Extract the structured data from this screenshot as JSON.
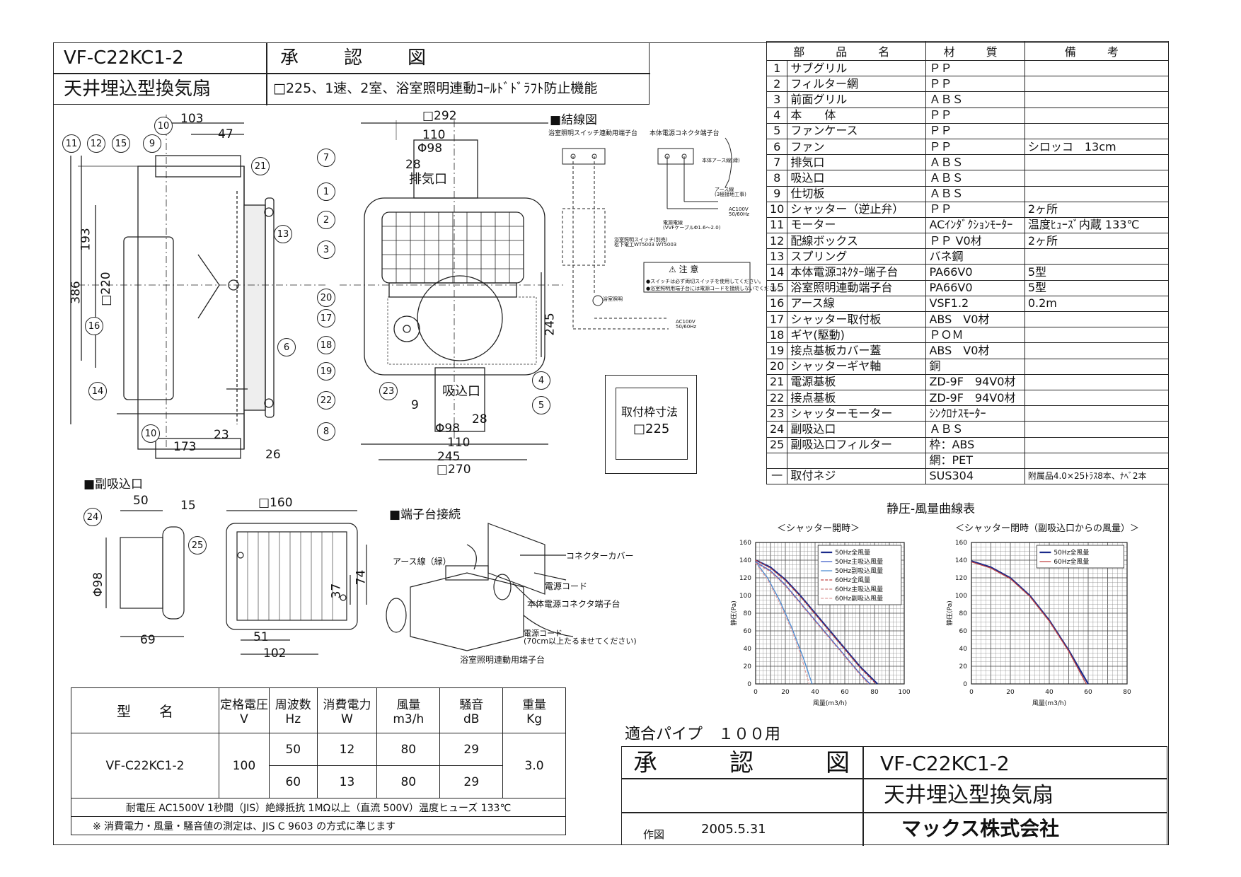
{
  "header": {
    "model": "VF-C22KC1-2",
    "doc_type": "承　　認　　図",
    "product": "天井埋込型換気扇",
    "features": "□225、1速、2室、浴室照明連動ｺｰﾙﾄﾞﾄﾞﾗﾌﾄ防止機能"
  },
  "parts_table": {
    "headers": [
      "部　品　名",
      "材　質",
      "備　考"
    ],
    "rows": [
      {
        "no": "1",
        "name": "サブグリル",
        "material": "ＰＰ",
        "note": ""
      },
      {
        "no": "2",
        "name": "フィルター網",
        "material": "ＰＰ",
        "note": ""
      },
      {
        "no": "3",
        "name": "前面グリル",
        "material": "ＡＢＳ",
        "note": ""
      },
      {
        "no": "4",
        "name": "本　　体",
        "material": "ＰＰ",
        "note": ""
      },
      {
        "no": "5",
        "name": "ファンケース",
        "material": "ＰＰ",
        "note": ""
      },
      {
        "no": "6",
        "name": "ファン",
        "material": "ＰＰ",
        "note": "シロッコ　13cm"
      },
      {
        "no": "7",
        "name": "排気口",
        "material": "ＡＢＳ",
        "note": ""
      },
      {
        "no": "8",
        "name": "吸込口",
        "material": "ＡＢＳ",
        "note": ""
      },
      {
        "no": "9",
        "name": "仕切板",
        "material": "ＡＢＳ",
        "note": ""
      },
      {
        "no": "10",
        "name": "シャッター（逆止弁）",
        "material": "ＰＰ",
        "note": "2ヶ所"
      },
      {
        "no": "11",
        "name": "モーター",
        "material": "ACｲﾝﾀﾞｸｼｮﾝﾓｰﾀｰ",
        "note": "温度ﾋｭｰｽﾞ内蔵 133℃"
      },
      {
        "no": "12",
        "name": "配線ボックス",
        "material": "ＰＰ V0材",
        "note": "2ヶ所"
      },
      {
        "no": "13",
        "name": "スプリング",
        "material": "バネ鋼",
        "note": ""
      },
      {
        "no": "14",
        "name": "本体電源ｺﾈｸﾀｰ端子台",
        "material": "PA66V0",
        "note": "5型"
      },
      {
        "no": "15",
        "name": "浴室照明連動端子台",
        "material": "PA66V0",
        "note": "5型"
      },
      {
        "no": "16",
        "name": "アース線",
        "material": "VSF1.2",
        "note": "0.2m"
      },
      {
        "no": "17",
        "name": "シャッター取付板",
        "material": "ABS　V0材",
        "note": ""
      },
      {
        "no": "18",
        "name": "ギヤ(駆動)",
        "material": "ＰＯＭ",
        "note": ""
      },
      {
        "no": "19",
        "name": "接点基板カバー蓋",
        "material": "ABS　V0材",
        "note": ""
      },
      {
        "no": "20",
        "name": "シャッターギヤ軸",
        "material": "銅",
        "note": ""
      },
      {
        "no": "21",
        "name": "電源基板",
        "material": "ZD-9F　94V0材",
        "note": ""
      },
      {
        "no": "22",
        "name": "接点基板",
        "material": "ZD-9F　94V0材",
        "note": ""
      },
      {
        "no": "23",
        "name": "シャッターモーター",
        "material": "ｼﾝｸﾛﾅｽﾓｰﾀｰ",
        "note": ""
      },
      {
        "no": "24",
        "name": "副吸込口",
        "material": "ＡＢＳ",
        "note": ""
      },
      {
        "no": "25",
        "name": "副吸込口フィルター",
        "material": "枠：ABS",
        "note": ""
      },
      {
        "no": "",
        "name": "",
        "material": "網：PET",
        "note": ""
      },
      {
        "no": "一",
        "name": "取付ネジ",
        "material": "SUS304",
        "note": "附属品4.0×25ﾄﾗｽ8本、ﾅﾍﾞ2本"
      }
    ]
  },
  "drawing": {
    "dims_left": [
      "103",
      "47",
      "193",
      "386",
      "□220",
      "173",
      "23",
      "26"
    ],
    "dims_center": [
      "□292",
      "110",
      "Φ98",
      "28",
      "排気口",
      "245",
      "吸込口",
      "9",
      "28",
      "Φ98",
      "110",
      "245",
      "□270"
    ],
    "wiring_title": "■結線図",
    "wiring_labels": [
      "浴室照明スイッチ連動用端子台",
      "本体電源コネクタ端子台",
      "本体アース線(緑)",
      "アース線\n(3極接地工事)",
      "AC100V\n50/60Hz",
      "電源電線\n(VVFケーブルΦ1.6〜2.0)",
      "浴室照明スイッチ(別売)\n松下電工WT5003 WT5003",
      "浴室照明",
      "AC100V\n50/60Hz"
    ],
    "caution_title": "⚠ 注 意",
    "caution_text": [
      "●スイッチは必ず両切スイッチを使用してください。",
      "●浴室照明用端子台には電源コードを接続しないでください。"
    ],
    "mount_size_label": "取付枠寸法",
    "mount_size_value": "□225",
    "sub_inlet_title": "■副吸込口",
    "sub_inlet_dims": [
      "50",
      "15",
      "Φ98",
      "69",
      "□160",
      "74",
      "37",
      "51",
      "102"
    ],
    "terminal_title": "■端子台接続",
    "terminal_labels": [
      "コネクターカバー",
      "アース線（緑）",
      "電源コード",
      "本体電源コネクタ端子台",
      "電源コード\n(70cm以上たるませてください)",
      "浴室照明連動用端子台"
    ]
  },
  "callouts": [
    "1",
    "2",
    "3",
    "4",
    "5",
    "6",
    "7",
    "8",
    "9",
    "10",
    "11",
    "12",
    "13",
    "14",
    "15",
    "16",
    "17",
    "18",
    "19",
    "20",
    "21",
    "22",
    "23",
    "24",
    "25"
  ],
  "spec_table": {
    "headers": [
      "型　　名",
      "定格電圧\nV",
      "周波数\nHz",
      "消費電力\nW",
      "風量\nm3/h",
      "騒音\ndB",
      "重量\nKg"
    ],
    "model": "VF-C22KC1-2",
    "voltage": "100",
    "weight": "3.0",
    "rows": [
      {
        "hz": "50",
        "w": "12",
        "flow": "80",
        "db": "29"
      },
      {
        "hz": "60",
        "w": "13",
        "flow": "80",
        "db": "29"
      }
    ],
    "note1": "耐電圧 AC1500V 1秒間（JIS）絶縁抵抗 1MΩ以上（直流 500V）温度ヒューズ 133℃",
    "note2": "※ 消費電力・風量・騒音値の測定は、JIS C 9603 の方式に準じます"
  },
  "pipe": "適合パイプ　１００用",
  "title_block": {
    "doc": "承　　　認　　　図",
    "model": "VF-C22KC1-2",
    "product": "天井埋込型換気扇",
    "author_label": "作図",
    "date": "2005.5.31",
    "company": "マックス株式会社"
  },
  "chart_section_title": "静圧-風量曲線表",
  "chart_data": [
    {
      "type": "line",
      "title": "＜シャッター開時＞",
      "xlabel": "風量(m3/h)",
      "ylabel": "静圧(Pa)",
      "xlim": [
        0,
        100
      ],
      "ylim": [
        0,
        160
      ],
      "xticks": [
        "0",
        "20",
        "40",
        "60",
        "80",
        "100"
      ],
      "yticks": [
        "0",
        "20",
        "40",
        "60",
        "80",
        "100",
        "120",
        "140",
        "160"
      ],
      "legend": [
        "50Hz全風量",
        "50Hz主吸込風量",
        "50Hz副吸込風量",
        "60Hz全風量",
        "60Hz主吸込風量",
        "60Hz副吸込風量"
      ],
      "legend_position": "top-right",
      "grid": true,
      "series": [
        {
          "name": "50Hz全風量",
          "color": "#1a2a8a",
          "points": [
            [
              0,
              140
            ],
            [
              10,
              132
            ],
            [
              20,
              118
            ],
            [
              30,
              100
            ],
            [
              40,
              80
            ],
            [
              50,
              60
            ],
            [
              60,
              40
            ],
            [
              70,
              20
            ],
            [
              82,
              0
            ]
          ]
        },
        {
          "name": "50Hz主吸込風量",
          "color": "#3a5ac8",
          "points": [
            [
              0,
              138
            ],
            [
              10,
              128
            ],
            [
              20,
              112
            ],
            [
              30,
              92
            ],
            [
              40,
              72
            ],
            [
              50,
              52
            ],
            [
              60,
              32
            ],
            [
              70,
              12
            ],
            [
              77,
              0
            ]
          ]
        },
        {
          "name": "50Hz副吸込風量",
          "color": "#4a8ad0",
          "points": [
            [
              0,
              138
            ],
            [
              8,
              120
            ],
            [
              16,
              95
            ],
            [
              24,
              65
            ],
            [
              32,
              30
            ],
            [
              38,
              0
            ]
          ]
        },
        {
          "name": "60Hz全風量",
          "color": "#c04040",
          "points": [
            [
              0,
              140
            ],
            [
              10,
              131
            ],
            [
              20,
              117
            ],
            [
              30,
              99
            ],
            [
              40,
              79
            ],
            [
              50,
              59
            ],
            [
              60,
              39
            ],
            [
              70,
              19
            ],
            [
              81,
              0
            ]
          ]
        },
        {
          "name": "60Hz主吸込風量",
          "color": "#d08080",
          "points": [
            [
              0,
              137
            ],
            [
              10,
              127
            ],
            [
              20,
              111
            ],
            [
              30,
              91
            ],
            [
              40,
              71
            ],
            [
              50,
              51
            ],
            [
              60,
              31
            ],
            [
              70,
              11
            ],
            [
              76,
              0
            ]
          ]
        },
        {
          "name": "60Hz副吸込風量",
          "color": "#e0a0a0",
          "points": [
            [
              0,
              137
            ],
            [
              8,
              118
            ],
            [
              16,
              92
            ],
            [
              24,
              62
            ],
            [
              30,
              35
            ],
            [
              36,
              0
            ]
          ]
        }
      ]
    },
    {
      "type": "line",
      "title": "＜シャッター閉時（副吸込口からの風量）＞",
      "xlabel": "風量(m3/h)",
      "ylabel": "静圧(Pa)",
      "xlim": [
        0,
        80
      ],
      "ylim": [
        0,
        160
      ],
      "xticks": [
        "0",
        "20",
        "40",
        "60",
        "80"
      ],
      "yticks": [
        "0",
        "20",
        "40",
        "60",
        "80",
        "100",
        "120",
        "140",
        "160"
      ],
      "legend": [
        "50Hz全風量",
        "60Hz全風量"
      ],
      "legend_position": "top-right",
      "grid": true,
      "series": [
        {
          "name": "50Hz全風量",
          "color": "#1a2a8a",
          "points": [
            [
              0,
              139
            ],
            [
              10,
              132
            ],
            [
              20,
              120
            ],
            [
              30,
              100
            ],
            [
              40,
              72
            ],
            [
              50,
              38
            ],
            [
              60,
              0
            ]
          ]
        },
        {
          "name": "60Hz全風量",
          "color": "#c04040",
          "points": [
            [
              0,
              138
            ],
            [
              10,
              131
            ],
            [
              20,
              119
            ],
            [
              30,
              99
            ],
            [
              40,
              71
            ],
            [
              50,
              37
            ],
            [
              59,
              0
            ]
          ]
        }
      ]
    }
  ]
}
